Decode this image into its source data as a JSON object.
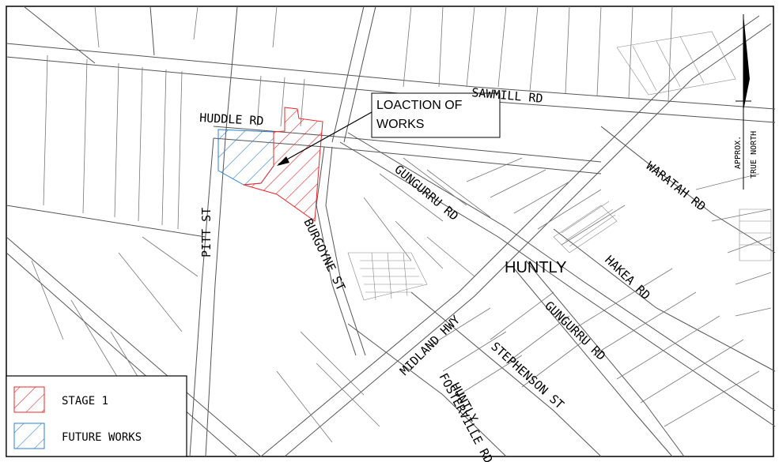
{
  "map": {
    "place": "HUNTLY",
    "callout": {
      "line1": "LOACTION OF",
      "line2": "WORKS"
    },
    "roads": {
      "sawmill": "SAWMILL RD",
      "huddle": "HUDDLE RD",
      "pitt": "PITT ST",
      "burgoyne": "BURGOYNE ST",
      "gungurru1": "GUNGURRU RD",
      "gungurru2": "GUNGURRU RD",
      "waratah": "WARATAH RD",
      "hakea": "HAKEA RD",
      "midland": "MIDLAND HWY",
      "stephenson": "STEPHENSON ST",
      "huntly1": "HUNTLY -",
      "huntly2": "FOSTERVILLE RD"
    },
    "north": {
      "line1": "APPROX.",
      "line2": "TRUE NORTH"
    }
  },
  "legend": {
    "items": [
      {
        "label": "STAGE 1",
        "color": "#e8282b"
      },
      {
        "label": "FUTURE WORKS",
        "color": "#2f7fd1"
      }
    ]
  }
}
